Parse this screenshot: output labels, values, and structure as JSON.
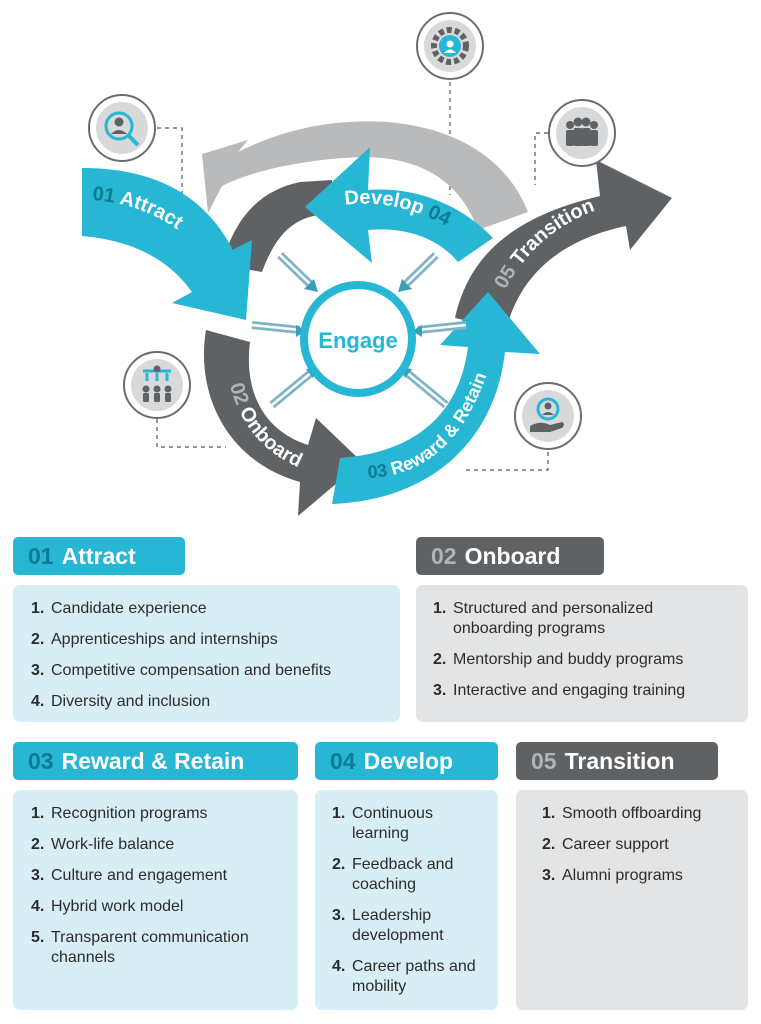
{
  "diagram": {
    "center_label": "Engage",
    "arrows": [
      {
        "number": "01",
        "label": "Attract"
      },
      {
        "number": "02",
        "label": "Onboard"
      },
      {
        "number": "03",
        "label": "Reward & Retain"
      },
      {
        "number": "04",
        "label": "Develop"
      },
      {
        "number": "05",
        "label": "Transition"
      }
    ],
    "icons": [
      "person-search-icon",
      "team-hierarchy-icon",
      "gear-people-icon",
      "person-in-hand-icon",
      "group-people-icon"
    ],
    "colors": {
      "teal": "#27b6d3",
      "dark_gray": "#5f6265",
      "light_gray": "#b9babb",
      "light_teal_bg": "#d6eef4",
      "light_gray_bg": "#e3e4e5"
    }
  },
  "cards": {
    "attract": {
      "number": "01",
      "title": "Attract",
      "items": [
        {
          "n": "1.",
          "text": "Candidate experience"
        },
        {
          "n": "2.",
          "text": "Apprenticeships and internships"
        },
        {
          "n": "3.",
          "text": "Competitive compensation and benefits"
        },
        {
          "n": "4.",
          "text": "Diversity and inclusion"
        }
      ]
    },
    "onboard": {
      "number": "02",
      "title": "Onboard",
      "items": [
        {
          "n": "1.",
          "text": "Structured and personalized onboarding programs"
        },
        {
          "n": "2.",
          "text": "Mentorship and buddy programs"
        },
        {
          "n": "3.",
          "text": "Interactive and engaging training"
        }
      ]
    },
    "reward": {
      "number": "03",
      "title": "Reward & Retain",
      "items": [
        {
          "n": "1.",
          "text": "Recognition programs"
        },
        {
          "n": "2.",
          "text": "Work-life balance"
        },
        {
          "n": "3.",
          "text": "Culture and engagement"
        },
        {
          "n": "4.",
          "text": "Hybrid work model"
        },
        {
          "n": "5.",
          "text": "Transparent communication channels"
        }
      ]
    },
    "develop": {
      "number": "04",
      "title": "Develop",
      "items": [
        {
          "n": "1.",
          "text": "Continuous learning"
        },
        {
          "n": "2.",
          "text": "Feedback and coaching"
        },
        {
          "n": "3.",
          "text": "Leadership development"
        },
        {
          "n": "4.",
          "text": "Career paths and mobility"
        }
      ]
    },
    "transition": {
      "number": "05",
      "title": "Transition",
      "items": [
        {
          "n": "1.",
          "text": "Smooth offboarding"
        },
        {
          "n": "2.",
          "text": "Career support"
        },
        {
          "n": "3.",
          "text": "Alumni programs"
        }
      ]
    }
  }
}
